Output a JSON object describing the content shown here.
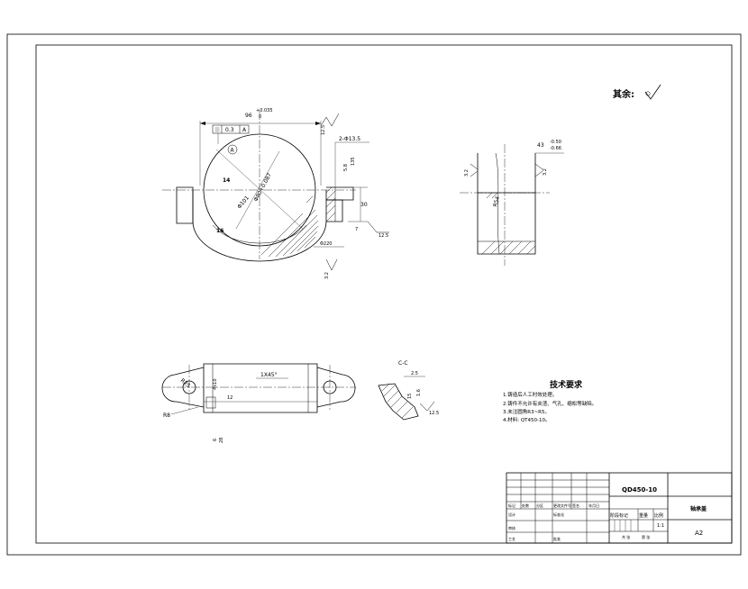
{
  "surface_finish_note": "其余:",
  "section_label": "C-C",
  "tech_requirements": {
    "title": "技术要求",
    "items": [
      "1.铸造后人工时效处理。",
      "2.铸件不允许有夹渣、气孔、缩松等缺陷。",
      "3.未注圆角R3~R5。",
      "4.材料: QT450-10。"
    ]
  },
  "dimensions": {
    "width_top": "96",
    "width_tol": "+0.035",
    "width_tol2": "0",
    "ra_125": "12.5",
    "ra_125_b": "12.5",
    "ra_32": "3.2",
    "ra_32_b": "3.2",
    "bore": "Φ80+0.087",
    "radius_14": "14",
    "radius_16": "16",
    "holes": "2-Φ13.5",
    "tol_gdt": "0.3",
    "datum": "A",
    "datum_circle": "A",
    "dia_101": "Φ101",
    "dim_30": "30",
    "dim_28": "28",
    "dim_7": "7",
    "dim_5_8": "5.8",
    "dim_135": "135",
    "dim_220": "Φ220",
    "side_43": "43",
    "side_tol1": "-0.50",
    "side_tol2": "-0.66",
    "dim_r54": "R54",
    "chamfer": "1X45°",
    "r25": "R25",
    "r8": "R8",
    "dim_6": "6",
    "dim_4_10": "4x10",
    "dim_12": "12",
    "dim_2_5": "2.5",
    "dim_3_2c": "3.2",
    "dim_1_6": "1.6",
    "dim_15": "15"
  },
  "title_block": {
    "drawing_no": "QD450-10",
    "part_name": "轴承盖",
    "scale": "1:1",
    "sheet_size": "A2",
    "header_labels": [
      "标记",
      "处数",
      "分区",
      "更改文件号",
      "签名",
      "年月日"
    ],
    "designer": "设计",
    "standardization": "标准化",
    "stage_mark": "阶段标记",
    "weight": "重量",
    "ratio": "比例",
    "checker": "审核",
    "process": "工艺",
    "approve": "批准",
    "sheets": "共 张",
    "sheet_of": "第 张"
  }
}
